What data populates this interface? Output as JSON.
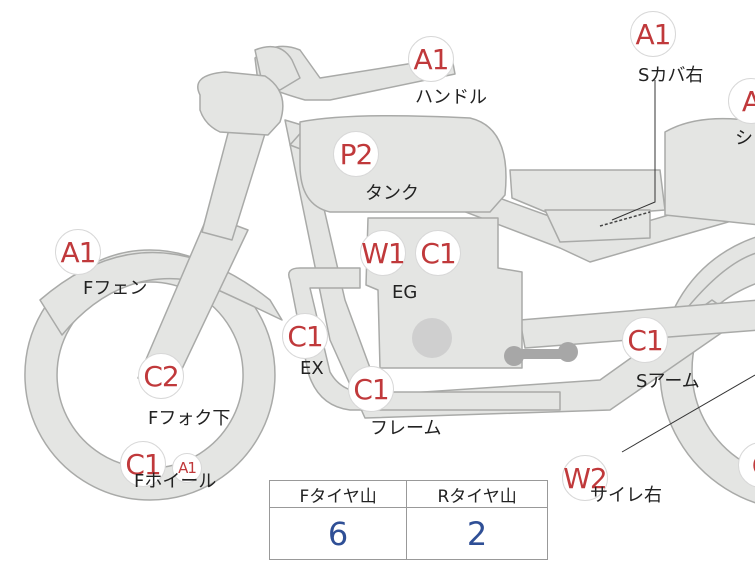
{
  "parts": [
    {
      "id": "handle",
      "grades": [
        "A1"
      ],
      "label": "ハンドル"
    },
    {
      "id": "s-cover-r",
      "grades": [
        "A1"
      ],
      "label": "Sカバ右"
    },
    {
      "id": "seat",
      "grades": [
        "A"
      ],
      "label": "シ"
    },
    {
      "id": "tank",
      "grades": [
        "P2"
      ],
      "label": "タンク"
    },
    {
      "id": "f-fender",
      "grades": [
        "A1"
      ],
      "label": "Fフェン"
    },
    {
      "id": "engine",
      "grades": [
        "W1",
        "C1"
      ],
      "label": "EG"
    },
    {
      "id": "exhaust",
      "grades": [
        "C1"
      ],
      "label": "EX"
    },
    {
      "id": "swingarm",
      "grades": [
        "C1"
      ],
      "label": "Sアーム"
    },
    {
      "id": "f-fork-lower",
      "grades": [
        "C2"
      ],
      "label": "Fフォク下"
    },
    {
      "id": "frame",
      "grades": [
        "C1"
      ],
      "label": "フレーム"
    },
    {
      "id": "f-wheel",
      "grades": [
        "C1",
        "A1"
      ],
      "label": "Fホイール"
    },
    {
      "id": "silencer-r",
      "grades": [
        "W2"
      ],
      "label": "サイレ右"
    },
    {
      "id": "r-wheel",
      "grades": [
        "C"
      ],
      "label": ""
    }
  ],
  "tire_table": {
    "headers": [
      "Fタイヤ山",
      "Rタイヤ山"
    ],
    "values": [
      "6",
      "2"
    ]
  },
  "colors": {
    "body_fill": "#e4e5e3",
    "body_stroke": "#a9aaa8",
    "grade_text": "#c0393b",
    "value_text": "#2f4f96"
  }
}
